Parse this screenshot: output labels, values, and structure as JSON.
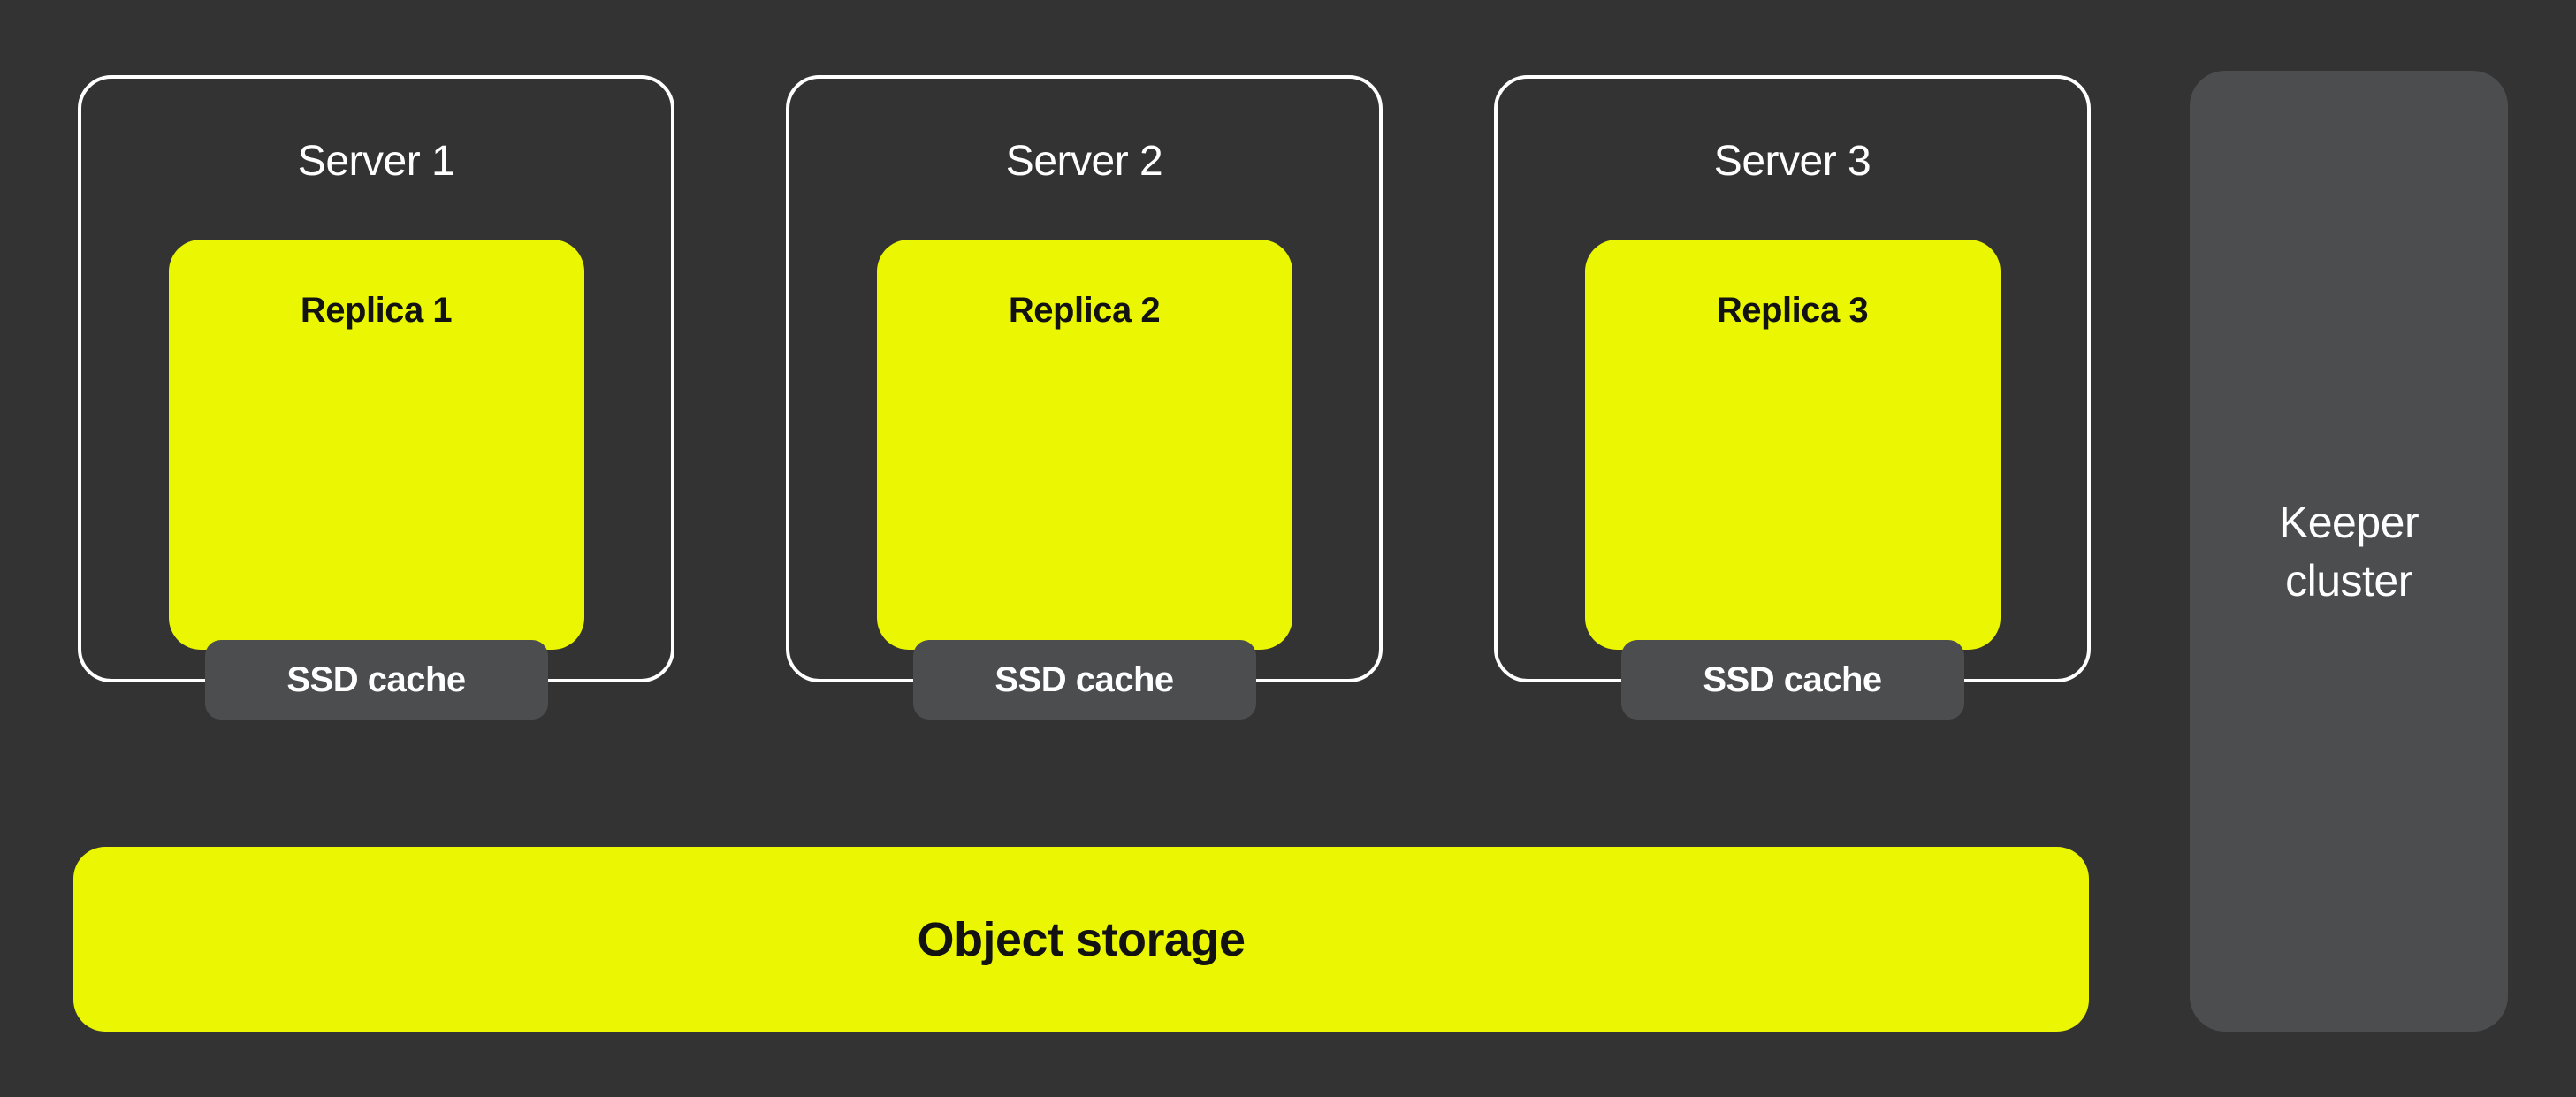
{
  "diagram": {
    "colors": {
      "background": "#333333",
      "accent_yellow": "#EAF602",
      "panel_gray": "#4C4D4F",
      "border_white": "#FFFFFF",
      "text_dark": "#121212",
      "text_light": "#FFFFFF"
    },
    "servers": [
      {
        "title": "Server 1",
        "replica_label": "Replica 1",
        "cache_label": "SSD cache"
      },
      {
        "title": "Server 2",
        "replica_label": "Replica 2",
        "cache_label": "SSD cache"
      },
      {
        "title": "Server 3",
        "replica_label": "Replica 3",
        "cache_label": "SSD cache"
      }
    ],
    "keeper_label": "Keeper cluster",
    "object_storage_label": "Object storage"
  }
}
